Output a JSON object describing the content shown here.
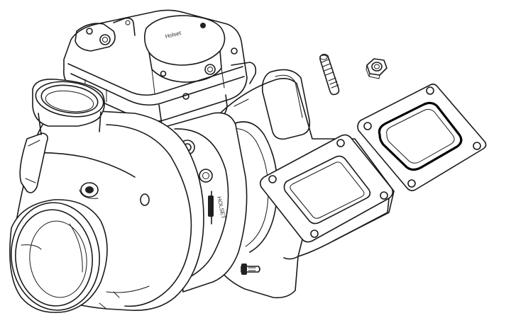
{
  "illustration": {
    "subject": "turbocharger-assembly-line-drawing",
    "components": [
      "compressor-housing",
      "compressor-inlet",
      "compressor-outlet",
      "bearing-housing",
      "turbine-housing",
      "turbine-inlet-flange",
      "actuator-module",
      "stud",
      "nut",
      "flange-gasket"
    ]
  },
  "actuator_logo_text": "Holset",
  "housing_marking": "HOLSET"
}
